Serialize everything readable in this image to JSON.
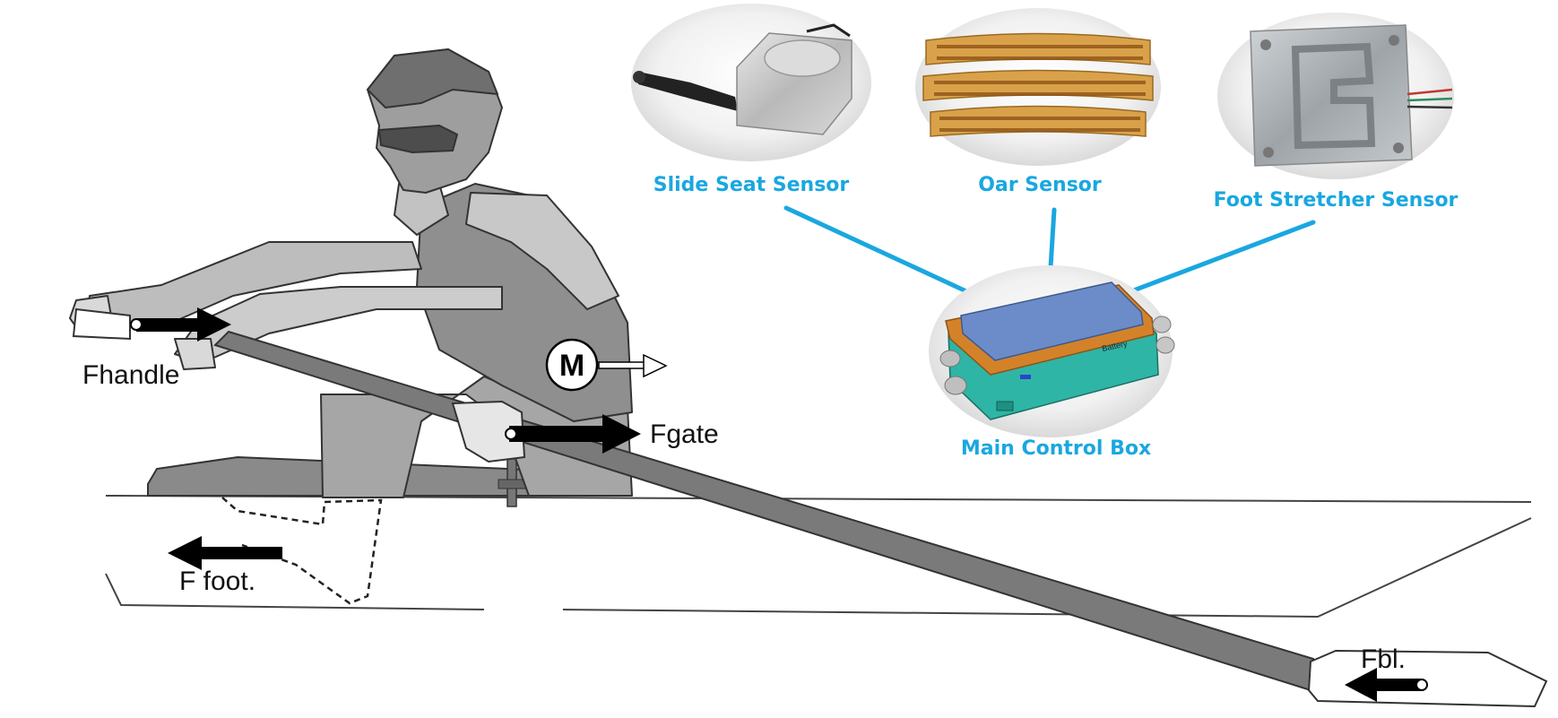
{
  "forces": {
    "handle": "Fhandle",
    "gate": "Fgate",
    "foot": "F foot.",
    "blade": "Fbl.",
    "mass": "M"
  },
  "sensors": {
    "slide_seat": "Slide Seat Sensor",
    "oar": "Oar Sensor",
    "foot_stretcher": "Foot Stretcher Sensor",
    "main_box": "Main Control Box",
    "box_label": "Battery"
  },
  "colors": {
    "caption": "#1aa7e0",
    "connector": "#1aa7e0",
    "boat_shell": "#6e6e6e",
    "oar": "#7a7a7a",
    "rower_skin": "#b5b5b5",
    "rower_dark": "#8c8c8c",
    "box_lid": "#6b8cc8",
    "box_rim": "#d4822a",
    "box_base": "#2eb5a5",
    "strain_gauge": "#d9a24a"
  }
}
